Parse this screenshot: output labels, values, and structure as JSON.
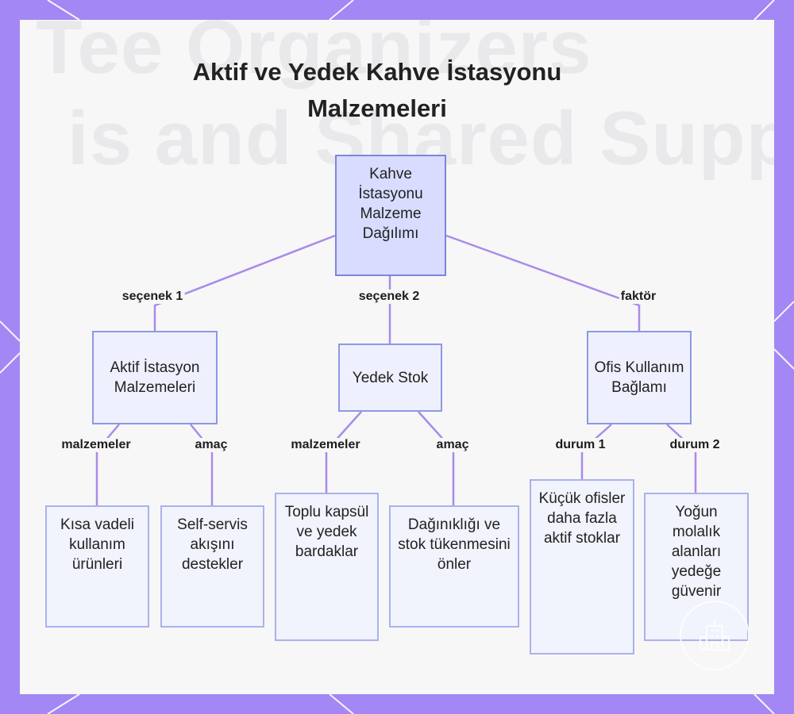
{
  "title": {
    "line1": "Aktif ve Yedek Kahve İstasyonu",
    "line2": "Malzemeleri"
  },
  "background_text": {
    "line1": "Tee Organizers",
    "line2": "is and Shared Supplies"
  },
  "colors": {
    "frame": "#a387f4",
    "panel": "#f7f7f8",
    "root_fill": "#d9dcff",
    "node_fill": "#eef0fd",
    "node_border": "#8e98e6",
    "edge": "#a98bea"
  },
  "nodes": {
    "root": "Kahve İstasyonu Malzeme Dağılımı",
    "active": "Aktif İstasyon Malzemeleri",
    "backup": "Yedek Stok",
    "context": "Ofis Kullanım Bağlamı",
    "short_term": "Kısa vadeli kullanım ürünleri",
    "self_service": "Self-servis akışını destekler",
    "bulk": "Toplu kapsül ve yedek bardaklar",
    "prevent": "Dağınıklığı ve stok tükenmesini önler",
    "small_offices": "Küçük ofisler daha fazla aktif stoklar",
    "busy_breaks": "Yoğun molalık alanları yedeğe güvenir"
  },
  "edge_labels": {
    "option1": "seçenek 1",
    "option2": "seçenek 2",
    "factor": "faktör",
    "materials1": "malzemeler",
    "purpose1": "amaç",
    "materials2": "malzemeler",
    "purpose2": "amaç",
    "case1": "durum 1",
    "case2": "durum 2"
  },
  "badge_icon": "building-icon"
}
